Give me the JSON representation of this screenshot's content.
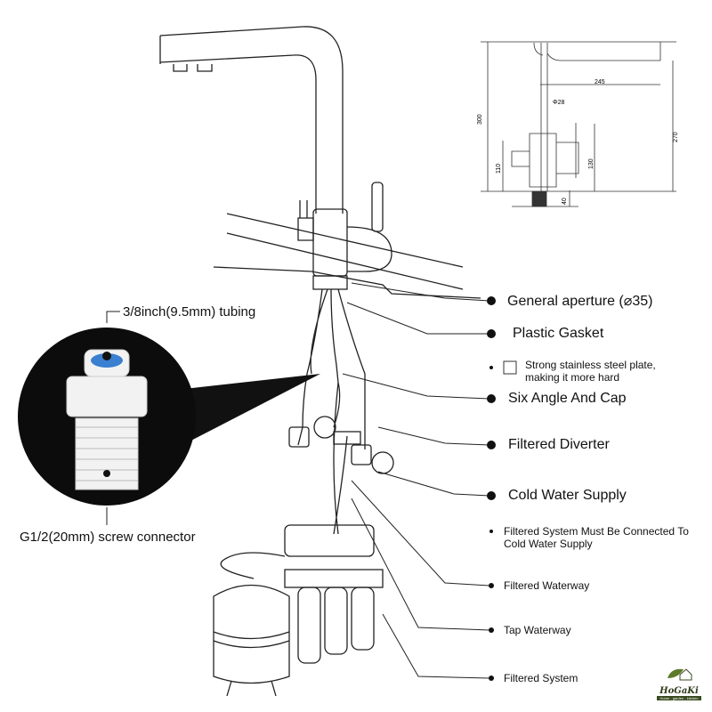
{
  "connector": {
    "tubing_label": "3/8inch(9.5mm) tubing",
    "screw_label": "G1/2(20mm) screw connector"
  },
  "dimensions": {
    "d300": "300",
    "d270": "270",
    "d245": "245",
    "d28": "Φ28",
    "d110": "110",
    "d130": "130",
    "d40": "40"
  },
  "callouts": [
    {
      "text": "General aperture (⌀35)"
    },
    {
      "text": "Plastic Gasket"
    },
    {
      "text": "Strong stainless steel plate, making it more hard"
    },
    {
      "text": "Six Angle And Cap"
    },
    {
      "text": "Filtered Diverter"
    },
    {
      "text": "Cold Water Supply"
    },
    {
      "text": "Filtered System Must Be Connected To Cold Water Supply"
    },
    {
      "text": "Filtered Waterway"
    },
    {
      "text": "Tap Waterway"
    },
    {
      "text": "Filtered System"
    }
  ],
  "logo": {
    "name": "HoGaKi",
    "tagline": "Home - garden - kitchen",
    "color": "#3a4a20"
  }
}
